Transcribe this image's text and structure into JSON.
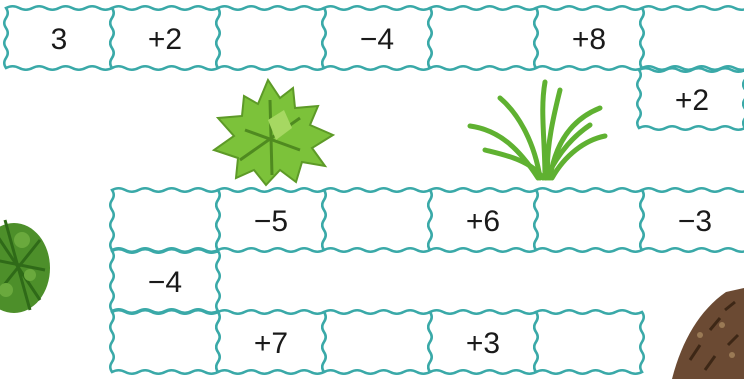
{
  "board": {
    "rows": [
      {
        "id": "row-1",
        "cells": [
          "3",
          "+2",
          "",
          "−4",
          "",
          "+8",
          ""
        ]
      },
      {
        "id": "row-2",
        "cells": [
          "+2",
          ""
        ]
      },
      {
        "id": "row-3",
        "cells": [
          "",
          "−5",
          "",
          "+6",
          "",
          "−3"
        ]
      },
      {
        "id": "row-4",
        "cells": [
          "−4"
        ]
      },
      {
        "id": "row-5",
        "cells": [
          "",
          "+7",
          "",
          "+3",
          ""
        ]
      }
    ]
  },
  "decorations": [
    "fern-plant",
    "grass-clump",
    "bush-left",
    "dirt-mound"
  ],
  "colors": {
    "border": "#3aa9a8",
    "fern": "#7cc23a",
    "grass": "#5fb131",
    "bush": "#4d8f2a",
    "dirt": "#6b4a33"
  }
}
